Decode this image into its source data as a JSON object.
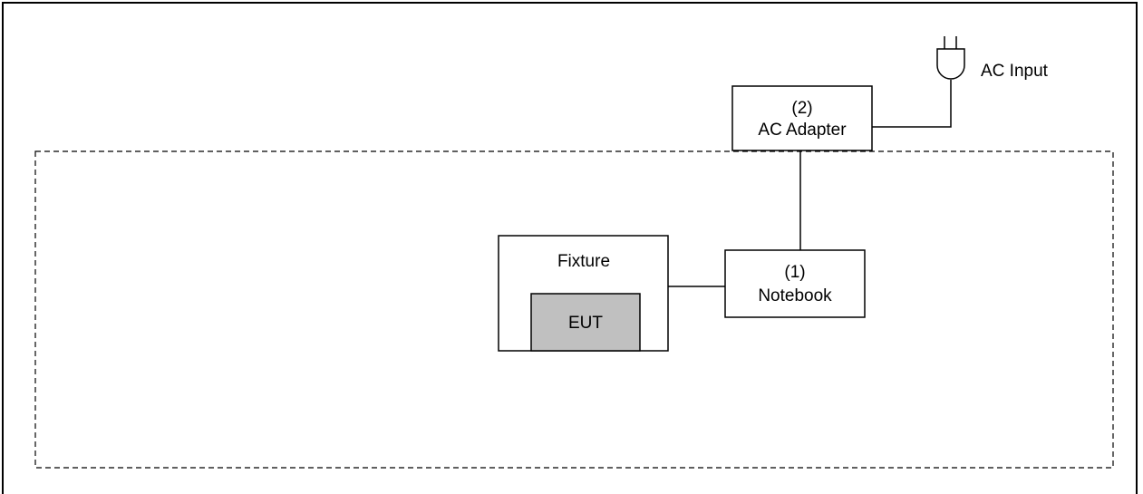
{
  "diagram": {
    "nodes": {
      "ac_input": {
        "label": "AC Input"
      },
      "ac_adapter": {
        "index": "(2)",
        "label": "AC Adapter"
      },
      "notebook": {
        "index": "(1)",
        "label": "Notebook"
      },
      "fixture": {
        "label": "Fixture"
      },
      "eut": {
        "label": "EUT"
      }
    },
    "connections": [
      {
        "from": "ac_input",
        "to": "ac_adapter"
      },
      {
        "from": "ac_adapter",
        "to": "notebook"
      },
      {
        "from": "fixture",
        "to": "notebook"
      }
    ],
    "colors": {
      "line": "#000000",
      "background": "#ffffff",
      "eut_fill": "#c0c0c0"
    }
  }
}
